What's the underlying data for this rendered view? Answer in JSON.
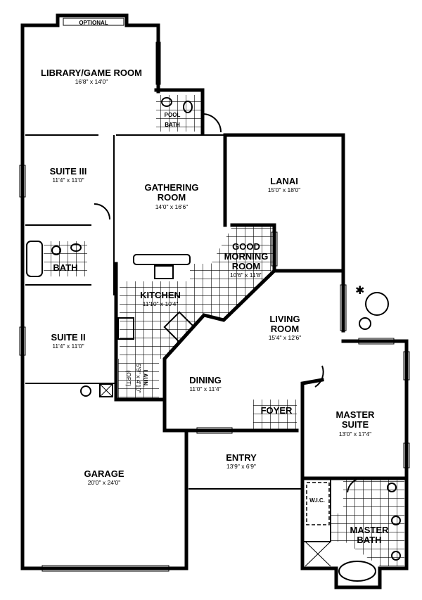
{
  "plan": {
    "optional_label": "OPTIONAL",
    "rooms": {
      "library": {
        "name": "LIBRARY/GAME ROOM",
        "dims": "16'8\" x 14'0\""
      },
      "pool_bath": {
        "name1": "POOL",
        "name2": "BATH"
      },
      "suite3": {
        "name": "SUITE III",
        "dims": "11'4\" x 11'0\""
      },
      "gathering": {
        "name1": "GATHERING",
        "name2": "ROOM",
        "dims": "14'0\" x 16'6\""
      },
      "lanai": {
        "name": "LANAI",
        "dims": "15'0\" x 18'0\""
      },
      "bath": {
        "name": "BATH"
      },
      "good_morning": {
        "name1": "GOOD",
        "name2": "MORNING",
        "name3": "ROOM",
        "dims": "10'6\" x 11'8\""
      },
      "kitchen": {
        "name": "KITCHEN",
        "dims": "11'10\" x 10'4\""
      },
      "living": {
        "name1": "LIVING",
        "name2": "ROOM",
        "dims": "15'4\" x 12'6\""
      },
      "suite2": {
        "name": "SUITE II",
        "dims": "11'4\" x 11'0\""
      },
      "laundry": {
        "name": "LAUN.",
        "dims": "5'9\" x 4'10\"",
        "opt": "(OPT)"
      },
      "dining": {
        "name": "DINING",
        "dims": "11'0\" x 11'4\""
      },
      "foyer": {
        "name": "FOYER"
      },
      "master_suite": {
        "name1": "MASTER",
        "name2": "SUITE",
        "dims": "13'0\" x 17'4\""
      },
      "garage": {
        "name": "GARAGE",
        "dims": "20'0\" x 24'0\""
      },
      "entry": {
        "name": "ENTRY",
        "dims": "13'9\" x 6'9\""
      },
      "wic": {
        "name": "W.I.C."
      },
      "master_bath": {
        "name1": "MASTER",
        "name2": "BATH"
      }
    }
  }
}
